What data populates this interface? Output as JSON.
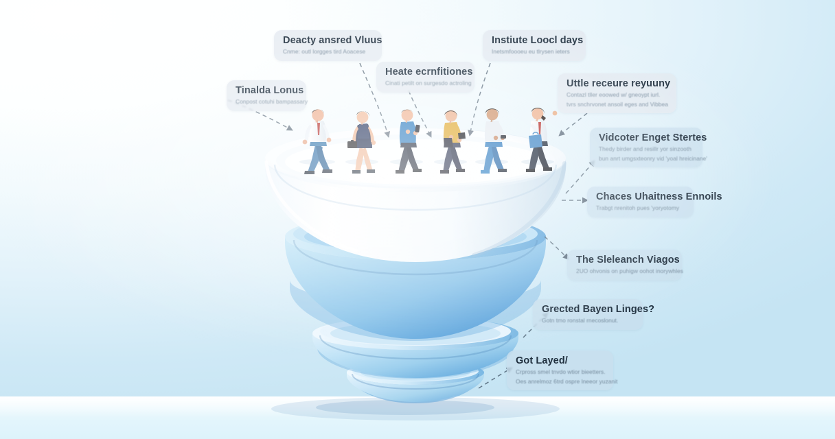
{
  "image": {
    "kind": "funnel-infographic",
    "background_start": "#ffffff",
    "background_end": "#c5e4f3",
    "floor_color": "#e6f6fc"
  },
  "funnel": {
    "tiers": [
      {
        "name": "tier-1",
        "label": "top",
        "color_top": "#ffffff",
        "color_bottom": "#dcecf7"
      },
      {
        "name": "tier-2",
        "label": "second",
        "color_top": "#bfe3f5",
        "color_bottom": "#5ba5dd"
      },
      {
        "name": "tier-3",
        "label": "third",
        "color_top": "#cfe7f7",
        "color_bottom": "#63a9de"
      },
      {
        "name": "tier-4",
        "label": "bottom",
        "color_top": "#d5ebf9",
        "color_bottom": "#74b3e2"
      }
    ]
  },
  "people": [
    {
      "name": "person-1",
      "outfit": "white shirt, red tie, blue trousers",
      "accent": "#2f6fa8"
    },
    {
      "name": "person-2",
      "outfit": "navy dress, briefcase",
      "accent": "#1f2a4a"
    },
    {
      "name": "person-3",
      "outfit": "blue shirt, phone",
      "accent": "#2e7fc1"
    },
    {
      "name": "person-4",
      "outfit": "yellow top, dark trousers, bag",
      "accent": "#e0a92e"
    },
    {
      "name": "person-5",
      "outfit": "grey shirt, blue jeans",
      "accent": "#3e8fd0"
    },
    {
      "name": "person-6",
      "outfit": "white shirt, red tie, blue bag",
      "accent": "#3f86c6"
    }
  ],
  "callouts": [
    {
      "id": "callout-1",
      "title": "Tinalda Lonus",
      "subtitle": "Conpost cotuhi bampassary",
      "subtitle2": "",
      "tint": "grey"
    },
    {
      "id": "callout-2",
      "title": "Deacty ansred Vluus",
      "subtitle": "Cnme: outl lorgges tird Aoacese",
      "subtitle2": "",
      "tint": "grey"
    },
    {
      "id": "callout-3",
      "title": "Heate ecrnfitiones",
      "subtitle": "Cinati petilt on surgesdo actroling",
      "subtitle2": "",
      "tint": "grey"
    },
    {
      "id": "callout-4",
      "title": "Instiute Loocl days",
      "subtitle": "Inetsmfoooeu eu tlrysen ieters",
      "subtitle2": "",
      "tint": "grey"
    },
    {
      "id": "callout-5",
      "title": "Uttle receure reyuuny",
      "subtitle": "Contazl tller eoowed w/ gneoypt iurl.",
      "subtitle2": "tvrs snchrvonet ansoil eges and Vibbea",
      "tint": "grey"
    },
    {
      "id": "callout-6",
      "title": "Vidcoter Enget Stertes",
      "subtitle": "Thedy birder and resillr yor sinzooth",
      "subtitle2": "bun anrt umgsxteonry vid 'yoal hreicinane'",
      "tint": "blue"
    },
    {
      "id": "callout-7",
      "title": "Chaces Uhaitness Ennoils",
      "subtitle": "Trabgt nrenitoh pues 'yoryotomy",
      "subtitle2": "",
      "tint": "blue"
    },
    {
      "id": "callout-8",
      "title": "The Sleleanch Viagos",
      "subtitle": "2UO ohvonis on puhigw oohot inorywhles",
      "subtitle2": "",
      "tint": "blue"
    },
    {
      "id": "callout-9",
      "title": "Grected Bayen Linges?",
      "subtitle": "Gotn tmo ronstal rnecoslonut.",
      "subtitle2": "",
      "tint": "blue"
    },
    {
      "id": "callout-10",
      "title": "Got Layed/",
      "subtitle": "Crpross smel tnvdo wtior bieetters.",
      "subtitle2": "Oes anrelmoz 6trd ospre lneeor yuzanit",
      "tint": "blue"
    }
  ]
}
